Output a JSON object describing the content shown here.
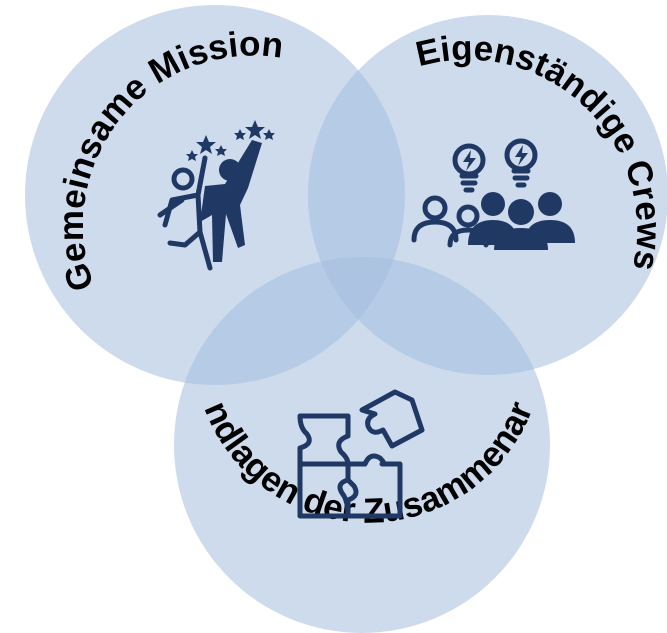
{
  "diagram": {
    "colors": {
      "circle_fill": "#a4bddf",
      "circle_opacity": 0.55,
      "icon": "#1f3864",
      "label": "#000000"
    },
    "circles": [
      {
        "id": "mission",
        "label": "Gemeinsame Mission",
        "icon": "high-five-people-icon"
      },
      {
        "id": "crews",
        "label": "Eigenständige Crews",
        "icon": "team-ideas-lightbulb-icon"
      },
      {
        "id": "cooperation",
        "label": "Grundlagen der Zusammenarbeit",
        "icon": "puzzle-pieces-icon"
      }
    ]
  }
}
